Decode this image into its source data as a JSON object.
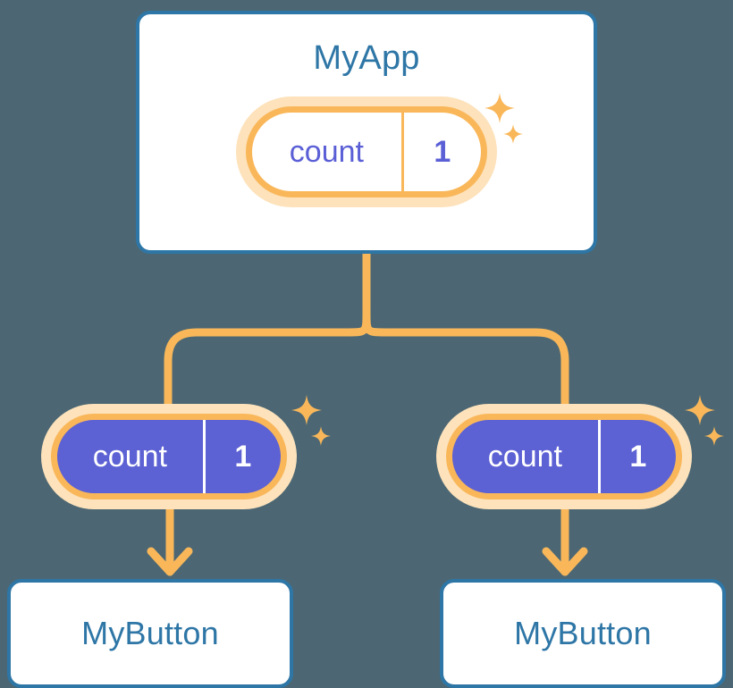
{
  "diagram": {
    "title_semantics": "react-state-propagation-tree",
    "background_color": "#4c6773",
    "accent_orange": "#f9b75a",
    "accent_orange_glow": "#fde2bb",
    "accent_blue": "#2e76a6",
    "accent_purple": "#5c61d4"
  },
  "app_card": {
    "title": "MyApp",
    "state": {
      "key": "count",
      "value": "1"
    }
  },
  "children": [
    {
      "title": "MyButton",
      "state": {
        "key": "count",
        "value": "1"
      }
    },
    {
      "title": "MyButton",
      "state": {
        "key": "count",
        "value": "1"
      }
    }
  ],
  "icons": {
    "sparkle_large": "sparkle-icon",
    "sparkle_small": "sparkle-icon",
    "arrow_down": "arrow-down-icon",
    "branch": "branch-connector-icon"
  }
}
